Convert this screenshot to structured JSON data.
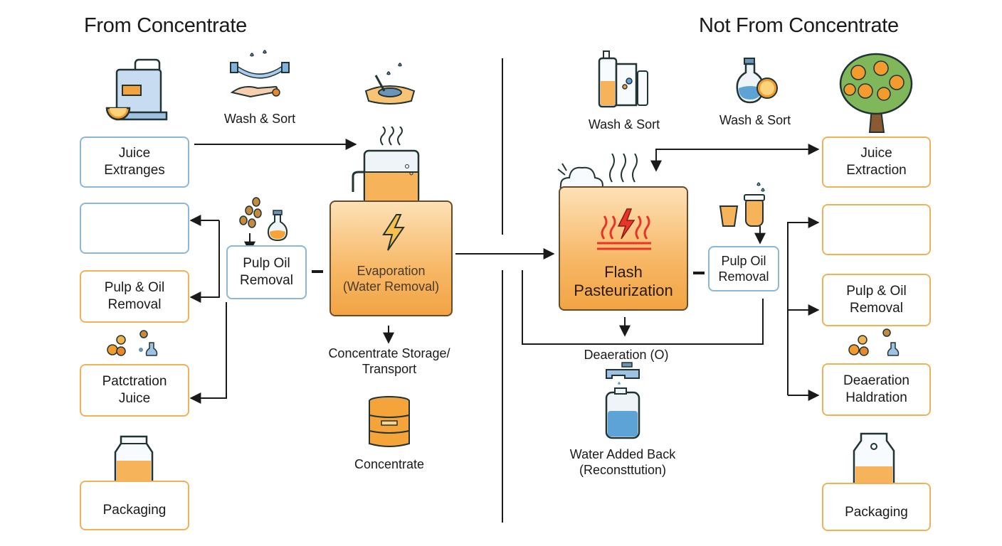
{
  "left": {
    "title": "From Concentrate",
    "wash_label": "Wash & Sort",
    "juice_box": "Juice\nExtranges",
    "pulp_oil_small": "Pulp Oil\nRemoval",
    "pulp_oil_box": "Pulp & Oil\nRemoval",
    "patc_box": "Patctration\nJuice",
    "packaging_box": "Packaging",
    "evaporation": "Evaporation\n(Water Removal)",
    "storage_label": "Concentrate Storage/\nTransport",
    "concentrate_label": "Concentrate"
  },
  "right": {
    "title": "Not From Concentrate",
    "wash_label_1": "Wash & Sort",
    "wash_label_2": "Wash & Sort",
    "juice_box": "Juice\nExtraction",
    "flash": "Flash\nPasteurization",
    "pulp_oil_small": "Pulp Oil\nRemoval",
    "pulp_oil_box": "Pulp & Oil\nRemoval",
    "deaeration_box": "Deaeration\nHaldration",
    "deaeration_label": "Deaeration (O)",
    "water_label": "Water Added Back\n(Reconsttution)",
    "packaging_box": "Packaging"
  },
  "colors": {
    "blue_border": "#8ab8d6",
    "orange_border": "#efb259",
    "orange_fill": "#f7b765",
    "line": "#1a1a1a"
  },
  "icons": [
    "juicer-machine-icon",
    "hand-washing-icon",
    "water-dish-icon",
    "steam-icon",
    "juice-tank-icon",
    "lightning-icon",
    "beans-icon",
    "flask-icon",
    "juice-machine-icon",
    "fruit-pieces-icon",
    "juice-carton-icon",
    "oil-drum-icon",
    "bottles-icon",
    "orange-flask-icon",
    "orange-tree-icon",
    "cloud-steam-icon",
    "heat-icon",
    "cups-icon",
    "faucet-jug-icon"
  ]
}
